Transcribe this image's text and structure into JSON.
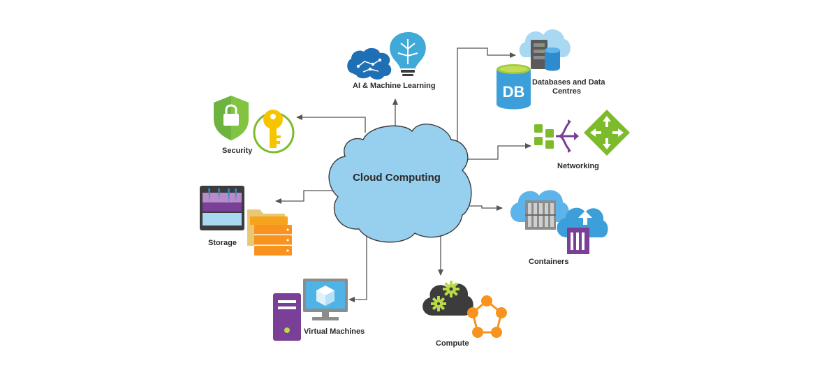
{
  "center": {
    "label": "Cloud Computing"
  },
  "categories": {
    "ai": {
      "label": "AI & Machine Learning",
      "icon": "brain-bulb-icon"
    },
    "databases": {
      "line1": "Databases and Data",
      "line2": "Centres",
      "icon": "database-icon"
    },
    "security": {
      "label": "Security",
      "icon": "shield-key-icon"
    },
    "networking": {
      "label": "Networking",
      "icon": "network-router-icon"
    },
    "storage": {
      "label": "Storage",
      "icon": "storage-icon"
    },
    "containers": {
      "label": "Containers",
      "icon": "container-cloud-icon"
    },
    "virtual_machines": {
      "label": "Virtual Machines",
      "icon": "virtual-machine-icon"
    },
    "compute": {
      "label": "Compute",
      "icon": "compute-gears-icon"
    }
  },
  "colors": {
    "cloud_fill": "#97cfee",
    "cloud_stroke": "#3a3a3a",
    "connector": "#555555",
    "azure_blue": "#3d9fd9",
    "green": "#7dbb2c",
    "purple": "#7a3f96",
    "orange": "#f7931e",
    "gold": "#f6c500"
  }
}
